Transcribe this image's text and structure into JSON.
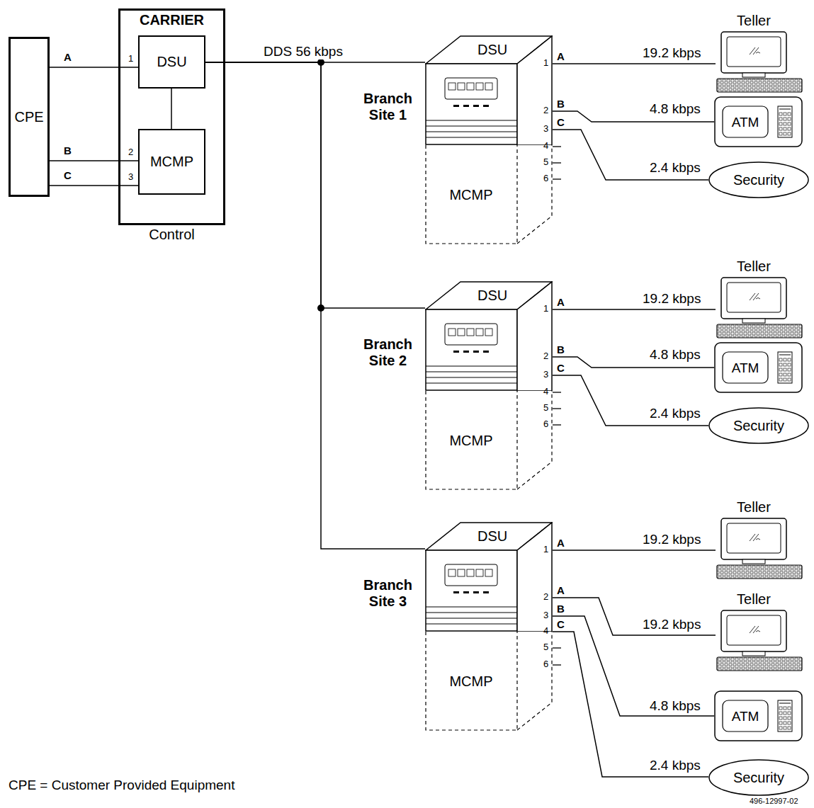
{
  "diagram": {
    "nodes": [
      {
        "text": [
          "CPE"
        ]
      },
      {
        "text": [
          "CARRIER",
          "Control"
        ]
      },
      {
        "text": [
          "DSU"
        ],
        "in": 1
      },
      {
        "text": [
          "MCMP"
        ],
        "in": 1
      },
      {
        "text": [
          "DSU"
        ]
      },
      {
        "text": [
          "MCMP"
        ]
      },
      {
        "text": [
          "Teller"
        ]
      },
      {
        "text": [
          "ATM"
        ]
      },
      {
        "text": [
          "Security"
        ]
      },
      {
        "text": [
          "DSU"
        ]
      },
      {
        "text": [
          "MCMP"
        ]
      },
      {
        "text": [
          "Teller"
        ]
      },
      {
        "text": [
          "ATM"
        ]
      },
      {
        "text": [
          "Security"
        ]
      },
      {
        "text": [
          "DSU"
        ]
      },
      {
        "text": [
          "MCMP"
        ]
      },
      {
        "text": [
          "Teller"
        ]
      },
      {
        "text": [
          "Teller"
        ]
      },
      {
        "text": [
          "ATM"
        ]
      },
      {
        "text": [
          "Security"
        ]
      }
    ],
    "edges": [
      {
        "from": 0,
        "to": 2,
        "arrow": "none"
      },
      {
        "from": 0,
        "to": 3,
        "arrow": "none"
      },
      {
        "from": 0,
        "to": 3,
        "arrow": "none"
      },
      {
        "from": 2,
        "to": 3,
        "arrow": "none"
      },
      {
        "from": 2,
        "to": 4,
        "label": "DDS 56 kbps",
        "arrow": "none"
      },
      {
        "from": 2,
        "to": 9,
        "arrow": "none"
      },
      {
        "from": 2,
        "to": 14,
        "arrow": "none"
      },
      {
        "from": 4,
        "to": 6,
        "label": "19.2 kbps",
        "arrow": "none"
      },
      {
        "from": 4,
        "to": 7,
        "label": "4.8 kbps",
        "arrow": "none"
      },
      {
        "from": 4,
        "to": 8,
        "label": "2.4 kbps",
        "arrow": "none"
      },
      {
        "from": 9,
        "to": 11,
        "label": "19.2 kbps",
        "arrow": "none"
      },
      {
        "from": 9,
        "to": 12,
        "label": "4.8 kbps",
        "arrow": "none"
      },
      {
        "from": 9,
        "to": 13,
        "label": "2.4 kbps",
        "arrow": "none"
      },
      {
        "from": 14,
        "to": 16,
        "label": "19.2 kbps",
        "arrow": "none"
      },
      {
        "from": 14,
        "to": 17,
        "label": "19.2 kbps",
        "arrow": "none"
      },
      {
        "from": 14,
        "to": 18,
        "label": "4.8 kbps",
        "arrow": "none"
      },
      {
        "from": 14,
        "to": 19,
        "label": "2.4 kbps",
        "arrow": "none"
      }
    ],
    "labels": [
      "A",
      "B",
      "C",
      "1",
      "2",
      "3",
      "Branch Site 1",
      "A",
      "1",
      "B",
      "2",
      "C",
      "3",
      "4",
      "5",
      "6",
      "Branch Site 2",
      "A",
      "1",
      "B",
      "2",
      "C",
      "3",
      "4",
      "5",
      "6",
      "Branch Site 3",
      "A",
      "1",
      "A",
      "2",
      "B",
      "3",
      "C",
      "4",
      "5",
      "6",
      "CPE = Customer Provided Equipment",
      "496-12997-02"
    ]
  }
}
